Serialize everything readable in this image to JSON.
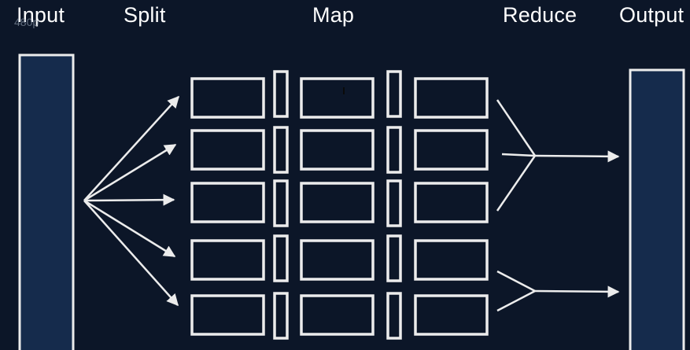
{
  "headings": {
    "input": "Input",
    "split": "Split",
    "map": "Map",
    "reduce": "Reduce",
    "output": "Output"
  },
  "overlay_badge": "480p",
  "colors": {
    "background": "#0c1628",
    "block_fill": "#152b4c",
    "stroke": "#ececec"
  }
}
